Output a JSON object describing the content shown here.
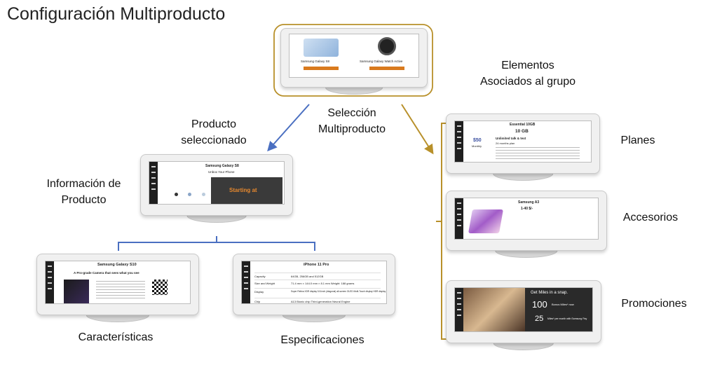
{
  "title": "Configuración Multiproducto",
  "labels": {
    "selection_line1": "Selección",
    "selection_line2": "Multiproducto",
    "product_selected_line1": "Producto",
    "product_selected_line2": "seleccionado",
    "product_info_line1": "Información de",
    "product_info_line2": "Producto",
    "features": "Características",
    "specs": "Especificaciones",
    "associated_line1": "Elementos",
    "associated_line2": "Asociados al grupo",
    "plans": "Planes",
    "accessories": "Accesorios",
    "promotions": "Promociones"
  },
  "screens": {
    "selection": {
      "product_a": "Samsung Galaxy S8",
      "product_b": "Samsung Galaxy Watch Active"
    },
    "product": {
      "name": "Samsung Galaxy S8",
      "subtitle": "Unbox Your Phone",
      "price_text": "Starting at"
    },
    "features": {
      "name": "Samsung Galaxy S10",
      "tagline": "A Pro-grade Camera that sees what you see"
    },
    "specs": {
      "name": "iPhone 11 Pro",
      "rows": [
        {
          "k": "Capacity",
          "v": "64GB, 256GB and 512GB"
        },
        {
          "k": "Size and Weight",
          "v": "71.4 mm × 144.0 mm × 8.1 mm Weight: 188 grams"
        },
        {
          "k": "Display",
          "v": "Super Retina XDR display 5.8-inch (diagonal) all-screen OLED Multi-Touch display HDR display"
        },
        {
          "k": "Chip",
          "v": "A13 Bionic chip Third-generation Neural Engine"
        }
      ]
    },
    "plan": {
      "name": "Essential 10GB",
      "data": "10 GB",
      "price": "$50",
      "period": "Monthly",
      "line1": "Unlimited talk & text",
      "line2": "24 months plan"
    },
    "accessory": {
      "name": "Samsung A3",
      "price": "1-40 $/-"
    },
    "promotion": {
      "headline": "Get Miles in a snap.",
      "big1": "100",
      "small1": "Bonus Miles* now",
      "big2": "25",
      "small2": "Miles* per month with Samsung Pay"
    }
  },
  "colors": {
    "blue": "#4a6fc1",
    "gold": "#b8902a",
    "dark": "#1f1f1f",
    "orange": "#d97a1e"
  }
}
